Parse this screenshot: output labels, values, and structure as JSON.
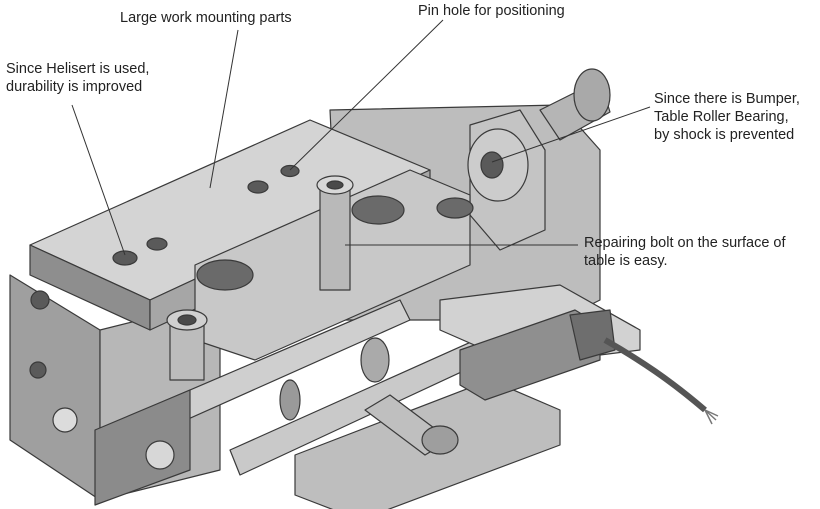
{
  "callouts": {
    "large_work_mounting": {
      "text": "Large work mounting parts"
    },
    "pin_hole": {
      "text": "Pin hole for positioning"
    },
    "helisert": {
      "line1": "Since Helisert is used,",
      "line2": "durability is improved"
    },
    "bumper": {
      "line1": "Since there is Bumper,",
      "line2": "Table Roller Bearing,",
      "line3": "by shock is prevented"
    },
    "repairing_bolt": {
      "line1": "Repairing bolt on the surface of",
      "line2": "table is easy."
    }
  },
  "colors": {
    "body_light": "#cfcfcf",
    "body_mid": "#a8a8a8",
    "body_dark": "#7a7a7a",
    "edge": "#3a3a3a",
    "hole": "#5a5a5a",
    "text": "#222222",
    "leader": "#333333"
  }
}
